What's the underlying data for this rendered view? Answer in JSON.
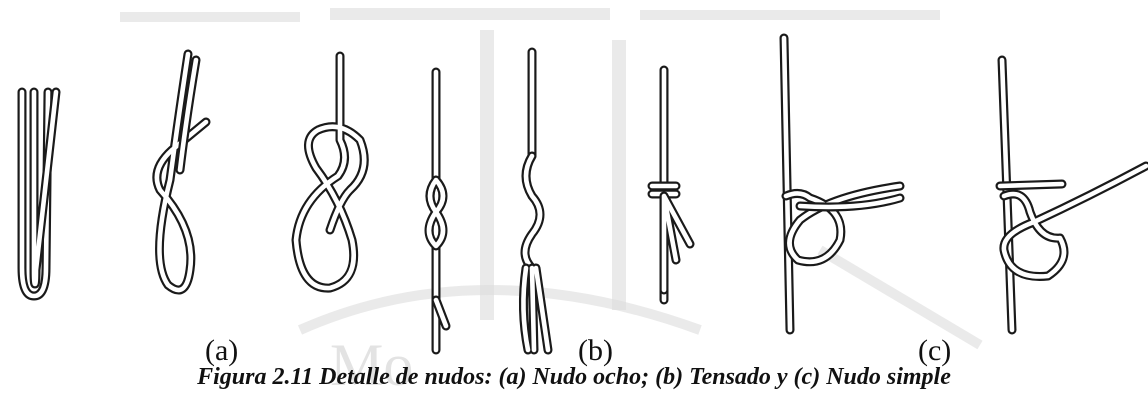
{
  "figure": {
    "panel_labels": {
      "a": "(a)",
      "b": "(b)",
      "c": "(c)"
    },
    "caption": "Figura 2.11 Detalle de nudos: (a) Nudo ocho; (b) Tensado y (c) Nudo simple"
  }
}
